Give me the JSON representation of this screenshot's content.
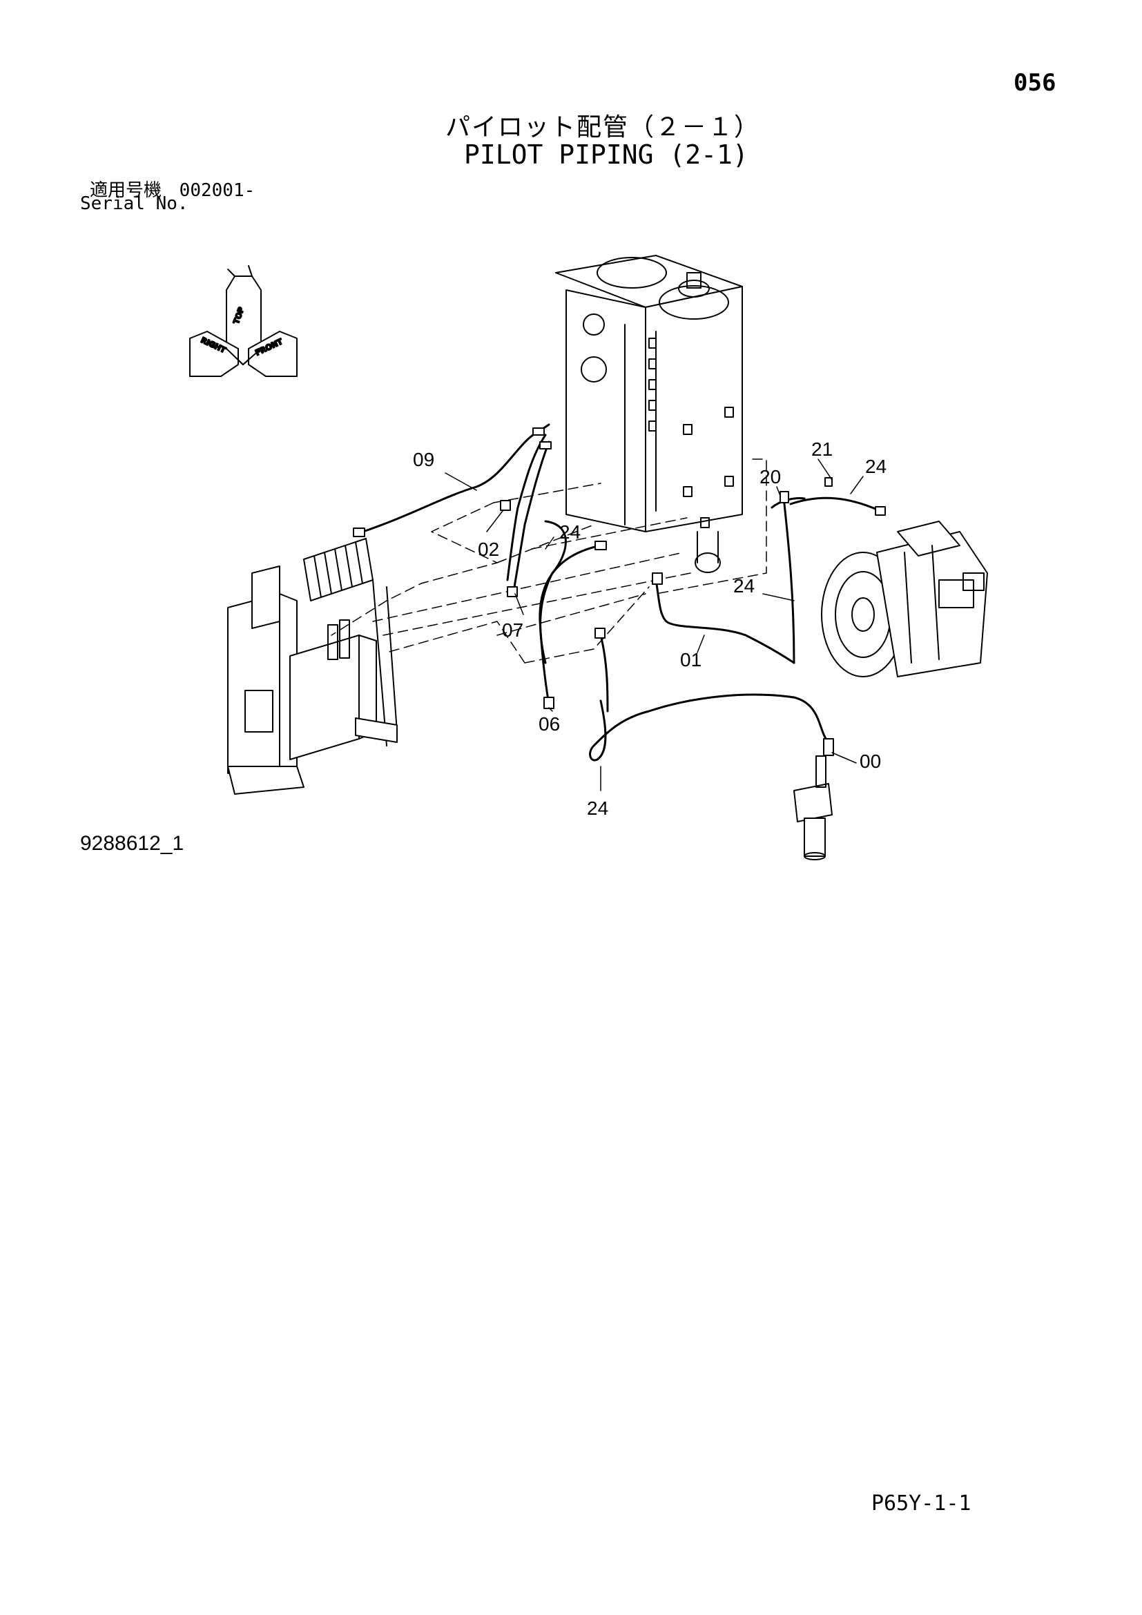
{
  "header": {
    "page_number": "056",
    "title_jp": "パイロット配管（２－１）",
    "title_en": "PILOT PIPING (2-1)",
    "serial_label_jp": "適用号機",
    "serial_value": "002001-",
    "serial_label_en": "Serial No."
  },
  "orientation": {
    "top": "TOP",
    "right": "RIGHT",
    "front": "FRONT"
  },
  "callouts": [
    {
      "id": "09",
      "label": "09"
    },
    {
      "id": "02",
      "label": "02"
    },
    {
      "id": "24a",
      "label": "24"
    },
    {
      "id": "07",
      "label": "07"
    },
    {
      "id": "06",
      "label": "06"
    },
    {
      "id": "21",
      "label": "21"
    },
    {
      "id": "24b",
      "label": "24"
    },
    {
      "id": "20",
      "label": "20"
    },
    {
      "id": "24c",
      "label": "24"
    },
    {
      "id": "01",
      "label": "01"
    },
    {
      "id": "00",
      "label": "00"
    },
    {
      "id": "24d",
      "label": "24"
    }
  ],
  "footer": {
    "drawing_id": "9288612_1",
    "page_code": "P65Y-1-1"
  }
}
